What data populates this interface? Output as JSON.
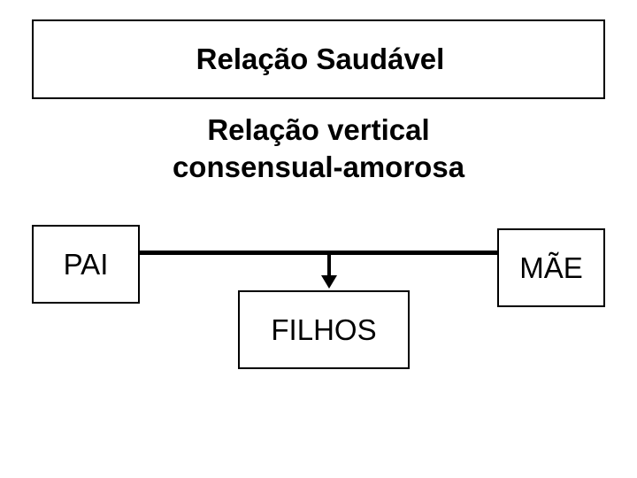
{
  "title": {
    "text": "Relação Saudável"
  },
  "subtitle": {
    "line1": "Relação vertical",
    "line2": "consensual-amorosa"
  },
  "nodes": {
    "pai": "PAI",
    "mae": "MÃE",
    "filhos": "FILHOS"
  },
  "connectors": {
    "horizontal": "couple-link",
    "arrow": "down-arrow-icon"
  },
  "colors": {
    "ink": "#000000",
    "background": "#ffffff"
  }
}
